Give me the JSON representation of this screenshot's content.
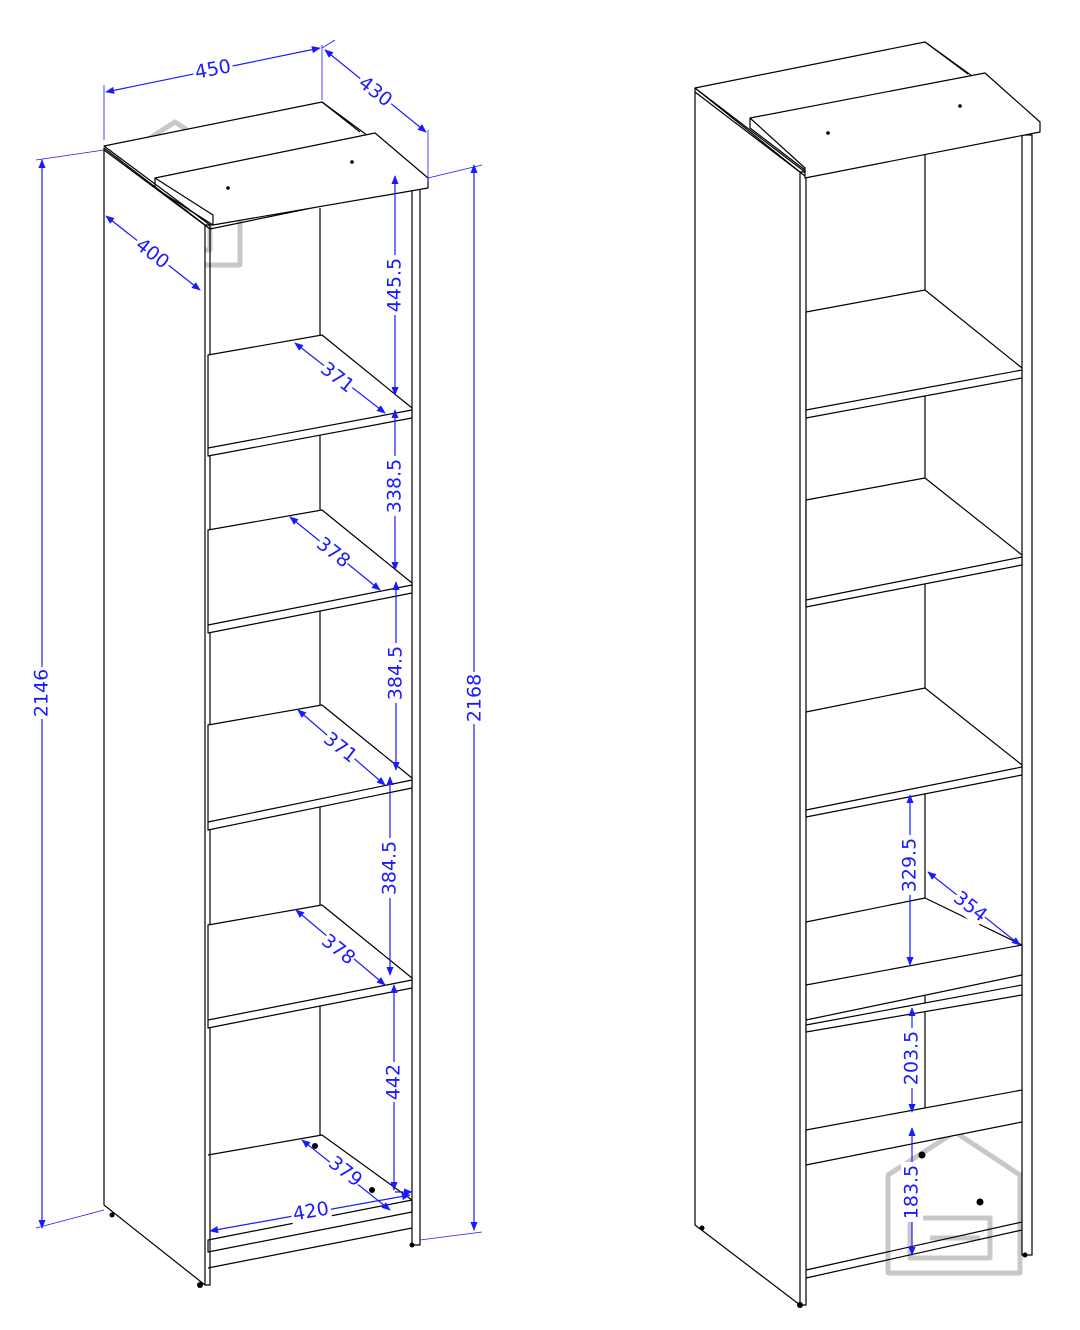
{
  "left_cabinet": {
    "width": "450",
    "depth": "430",
    "side_depth": "400",
    "total_height_outer": "2146",
    "total_height": "2168",
    "gap_1": "445.5",
    "shelf_1_depth": "371",
    "gap_2": "338.5",
    "shelf_2_depth": "378",
    "gap_3": "384.5",
    "shelf_3_depth": "371",
    "gap_4": "384.5",
    "shelf_4_depth": "378",
    "gap_5": "442",
    "bottom_depth": "379",
    "inner_width": "420"
  },
  "right_cabinet": {
    "gap_a": "329.5",
    "shelf_depth": "354",
    "gap_b": "203.5",
    "gap_c": "183.5"
  },
  "colors": {
    "dimension": "#1a1aff",
    "outline": "#000000",
    "watermark": "#c8c8c8"
  }
}
